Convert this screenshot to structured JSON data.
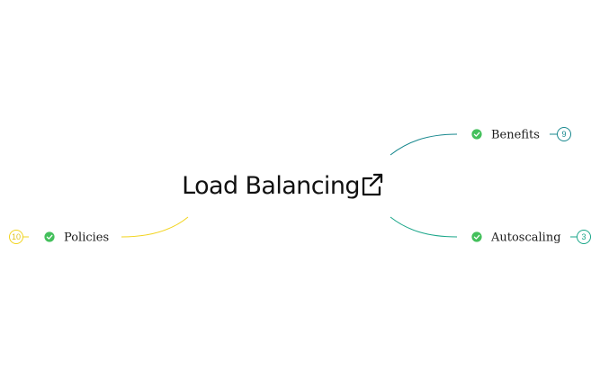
{
  "colors": {
    "teal": "#18888e",
    "green_teal": "#1aa689",
    "yellow": "#f2d41f",
    "check_green": "#44c05c"
  },
  "root": {
    "title": "Load Balancing",
    "link_icon": "external-link-icon"
  },
  "branches": [
    {
      "label": "Benefits",
      "count": "9",
      "status_icon": "check-circle-icon"
    },
    {
      "label": "Autoscaling",
      "count": "3",
      "status_icon": "check-circle-icon"
    },
    {
      "label": "Policies",
      "count": "10",
      "status_icon": "check-circle-icon"
    }
  ]
}
